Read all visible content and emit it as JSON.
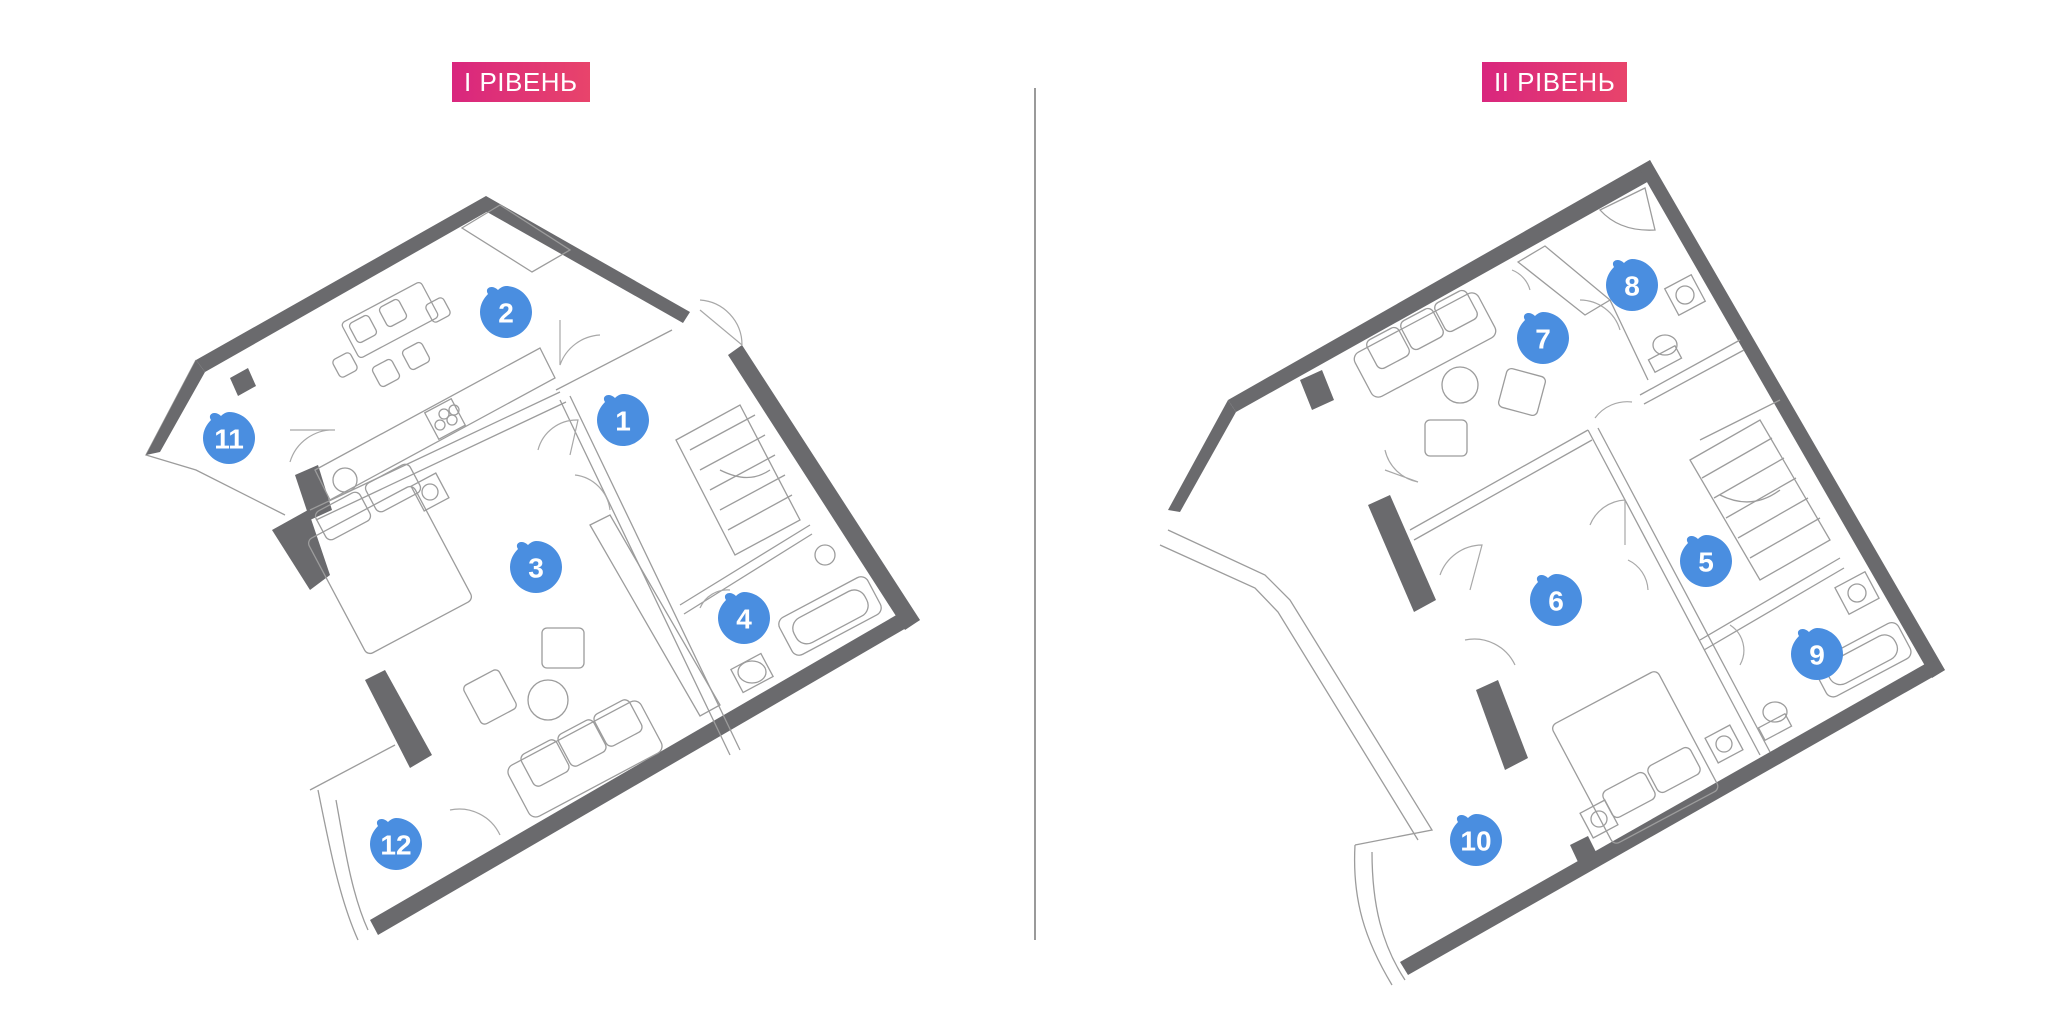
{
  "levels": [
    {
      "label": "І РІВЕНЬ"
    },
    {
      "label": "ІІ РІВЕНЬ"
    }
  ],
  "badge_color": "#4a8ee0",
  "label_gradient": [
    "#d9267e",
    "#e8446b"
  ],
  "rooms_level1": [
    "1",
    "2",
    "3",
    "4",
    "11",
    "12"
  ],
  "rooms_level2": [
    "5",
    "6",
    "7",
    "8",
    "9",
    "10"
  ]
}
